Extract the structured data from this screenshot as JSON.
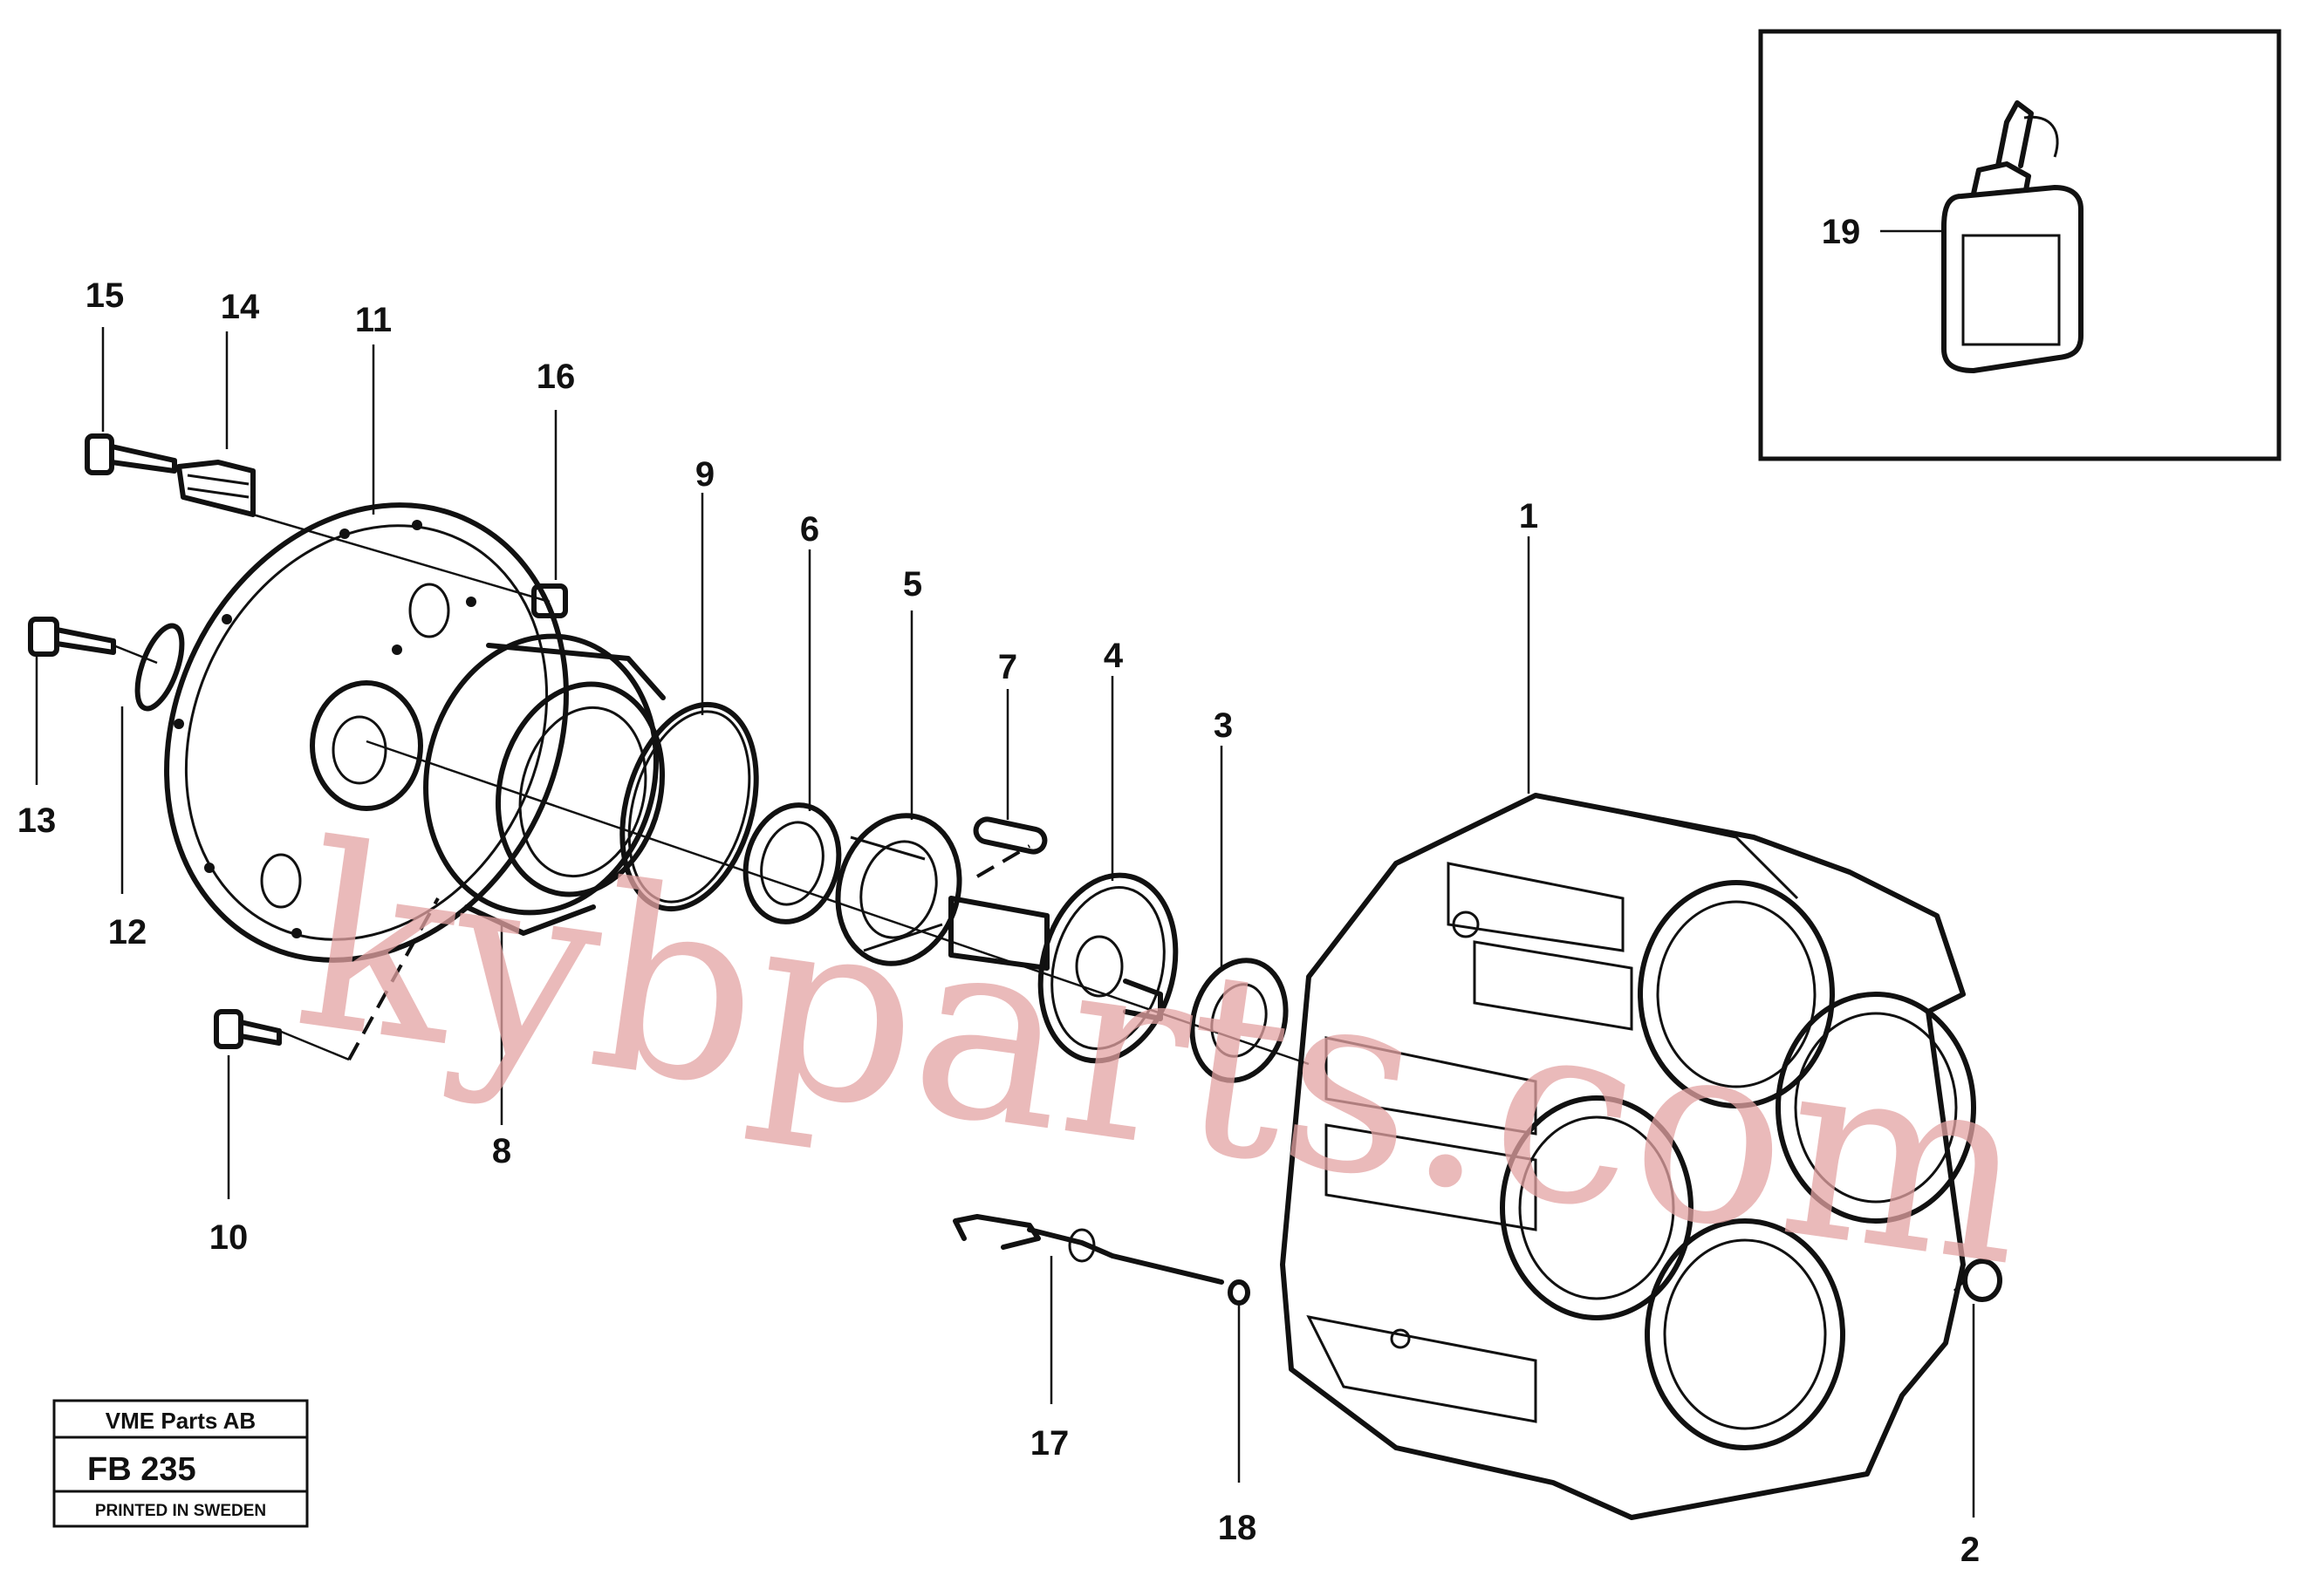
{
  "watermark": "kybparts.com",
  "labels": {
    "p1": "1",
    "p2": "2",
    "p3": "3",
    "p4": "4",
    "p5": "5",
    "p6": "6",
    "p7": "7",
    "p8": "8",
    "p9": "9",
    "p10": "10",
    "p11": "11",
    "p12": "12",
    "p13": "13",
    "p14": "14",
    "p15": "15",
    "p16": "16",
    "p17": "17",
    "p18": "18",
    "p19": "19"
  },
  "title_block": {
    "company": "VME Parts AB",
    "code": "FB 235",
    "printed": "PRINTED IN SWEDEN"
  },
  "colors": {
    "ink": "#111111",
    "watermark": "#e4a3a3"
  }
}
